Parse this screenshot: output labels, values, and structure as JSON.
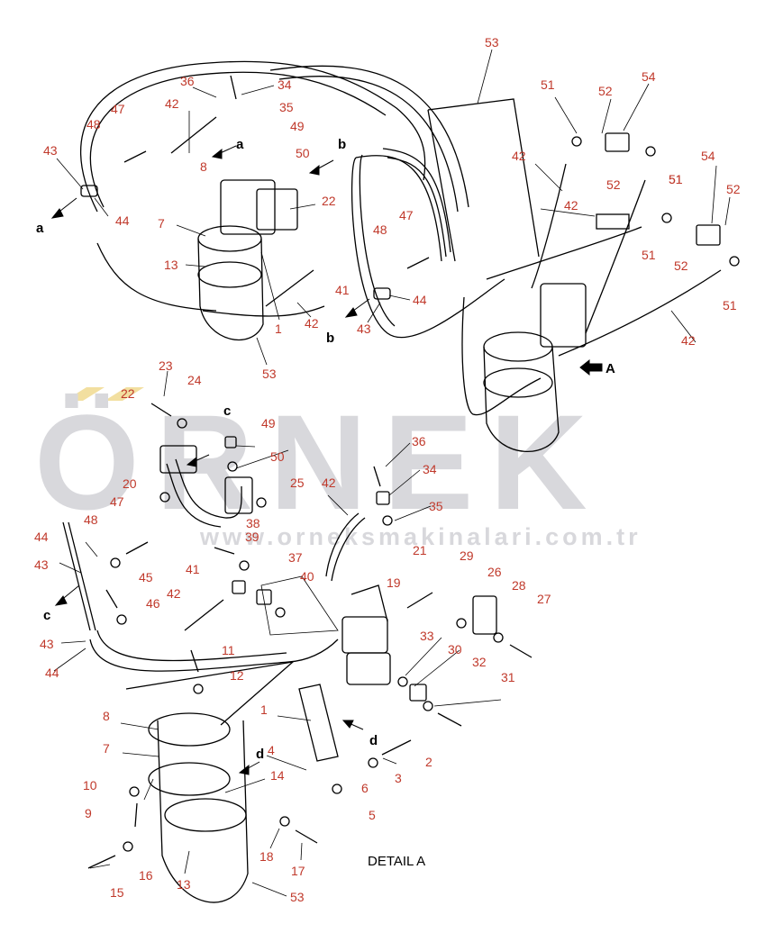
{
  "watermark": {
    "word": "ÖRNEK",
    "url": "www.orneksmakinalari.com.tr",
    "color": "#d8d8dc"
  },
  "caption": "DETAIL A",
  "colors": {
    "label": "#c0392b",
    "line": "#000000"
  },
  "view_letters": [
    "a",
    "a",
    "b",
    "b",
    "c",
    "c",
    "d",
    "d",
    "A"
  ],
  "callouts_top": [
    "53",
    "51",
    "52",
    "54",
    "51",
    "42",
    "52",
    "51",
    "54",
    "52",
    "42",
    "51",
    "52",
    "51",
    "42",
    "36",
    "34",
    "42",
    "35",
    "47",
    "48",
    "49",
    "50",
    "43",
    "44",
    "7",
    "22",
    "13",
    "41",
    "42",
    "1",
    "53",
    "48",
    "47",
    "44",
    "43",
    "8"
  ],
  "callouts_detail": [
    "23",
    "24",
    "22",
    "49",
    "50",
    "36",
    "34",
    "20",
    "25",
    "42",
    "35",
    "47",
    "48",
    "38",
    "39",
    "21",
    "29",
    "26",
    "28",
    "27",
    "44",
    "43",
    "41",
    "37",
    "40",
    "19",
    "45",
    "46",
    "42",
    "43",
    "44",
    "33",
    "30",
    "32",
    "31",
    "11",
    "12",
    "8",
    "1",
    "7",
    "4",
    "2",
    "3",
    "10",
    "14",
    "6",
    "9",
    "5",
    "18",
    "17",
    "16",
    "15",
    "13",
    "53"
  ]
}
